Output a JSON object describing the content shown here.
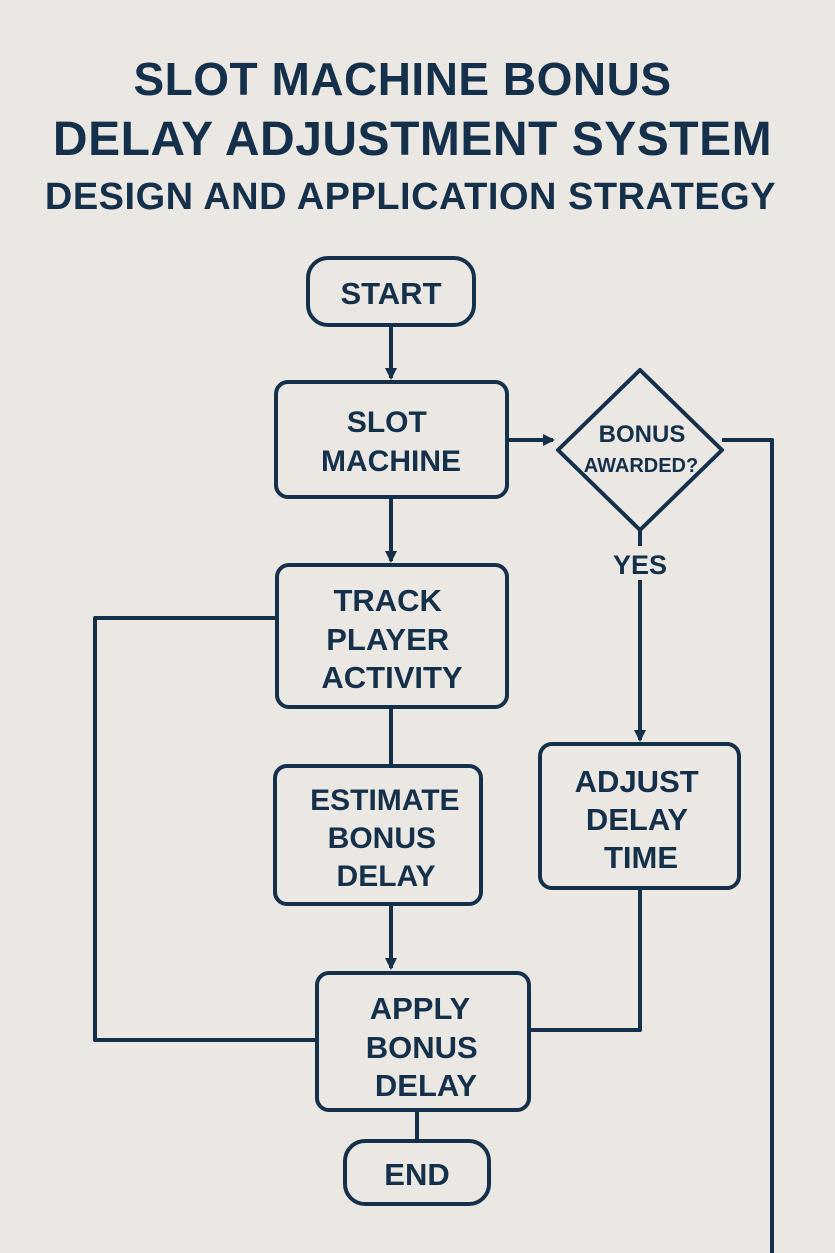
{
  "title": {
    "line1": "SLOT MACHINE BONUS",
    "line2": "DELAY ADJUSTMENT SYSTEM",
    "subtitle": "DESIGN AND APPLICATION STRATEGY"
  },
  "colors": {
    "background": "#ebe8e3",
    "ink": "#15304a"
  },
  "nodes": {
    "start": [
      "START"
    ],
    "slot_machine": [
      "SLOT",
      "MACHINE"
    ],
    "bonus_awarded": [
      "BONUS",
      "AWARDED?"
    ],
    "track_player_activity": [
      "TRACK",
      "PLAYER",
      "ACTIVITY"
    ],
    "estimate_bonus_delay": [
      "ESTIMATE",
      "BONUS",
      "DELAY"
    ],
    "adjust_delay_time": [
      "ADJUST",
      "DELAY",
      "TIME"
    ],
    "apply_bonus_delay": [
      "APPLY",
      "BONUS",
      "DELAY"
    ],
    "end": [
      "END"
    ]
  },
  "edge_labels": {
    "yes": "YES"
  }
}
